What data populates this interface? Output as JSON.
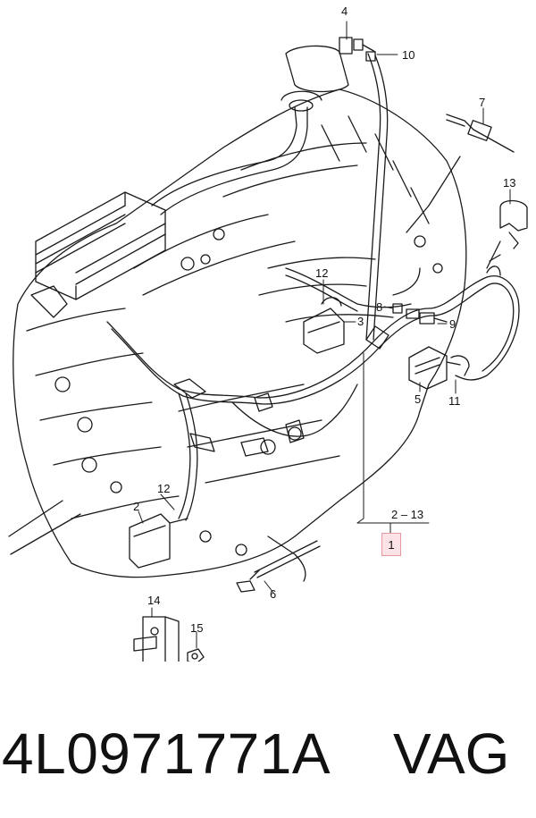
{
  "callouts": {
    "c4": "4",
    "c10": "10",
    "c7": "7",
    "c13": "13",
    "c12a": "12",
    "c3": "3",
    "c8": "8",
    "c9": "9",
    "c5": "5",
    "c11": "11",
    "c2_13": "2 – 13",
    "c1": "1",
    "c12b": "12",
    "c2": "2",
    "c6": "6",
    "c14": "14",
    "c15": "15"
  },
  "footer": {
    "part_number": "4L0971771A",
    "brand": "VAG"
  },
  "colors": {
    "line": "#1a1a1a",
    "highlight_fill": "#fbe3e6",
    "highlight_border": "#e59aa2"
  }
}
